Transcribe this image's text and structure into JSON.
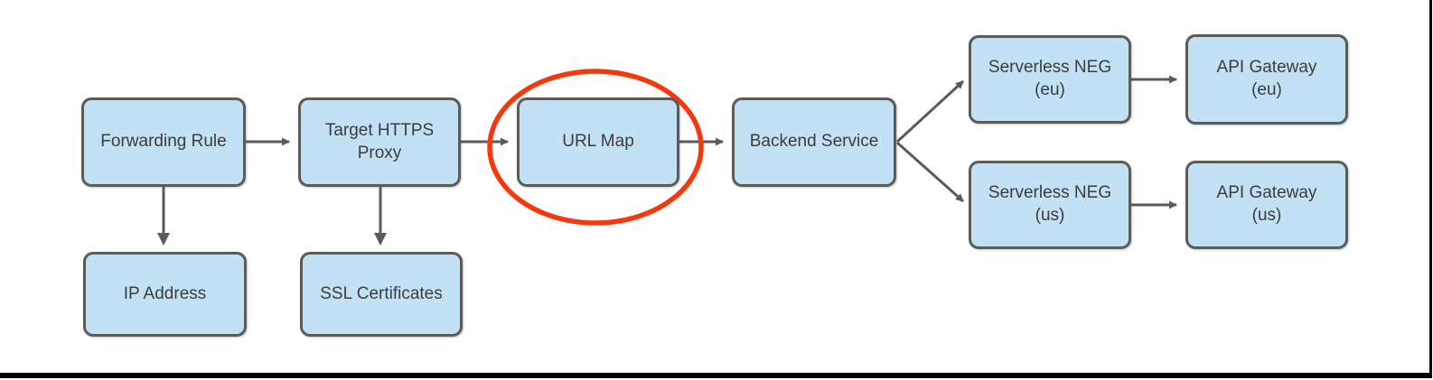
{
  "diagram": {
    "description": "Google Cloud HTTPS load balancer architecture flow diagram with URL Map highlighted",
    "nodes": [
      {
        "id": "forwarding-rule",
        "label": "Forwarding Rule"
      },
      {
        "id": "target-https-proxy",
        "label": "Target HTTPS\nProxy"
      },
      {
        "id": "url-map",
        "label": "URL Map",
        "highlighted": true
      },
      {
        "id": "backend-service",
        "label": "Backend Service"
      },
      {
        "id": "serverless-neg-eu",
        "label": "Serverless NEG\n(eu)"
      },
      {
        "id": "api-gateway-eu",
        "label": "API Gateway\n(eu)"
      },
      {
        "id": "serverless-neg-us",
        "label": "Serverless NEG\n(us)"
      },
      {
        "id": "api-gateway-us",
        "label": "API Gateway\n(us)"
      },
      {
        "id": "ip-address",
        "label": "IP Address"
      },
      {
        "id": "ssl-certificates",
        "label": "SSL Certificates"
      }
    ],
    "edges": [
      {
        "from": "forwarding-rule",
        "to": "target-https-proxy"
      },
      {
        "from": "target-https-proxy",
        "to": "url-map"
      },
      {
        "from": "url-map",
        "to": "backend-service"
      },
      {
        "from": "backend-service",
        "to": "serverless-neg-eu"
      },
      {
        "from": "backend-service",
        "to": "serverless-neg-us"
      },
      {
        "from": "serverless-neg-eu",
        "to": "api-gateway-eu"
      },
      {
        "from": "serverless-neg-us",
        "to": "api-gateway-us"
      },
      {
        "from": "forwarding-rule",
        "to": "ip-address"
      },
      {
        "from": "target-https-proxy",
        "to": "ssl-certificates"
      }
    ],
    "annotations": [
      {
        "type": "ellipse",
        "around": "url-map",
        "color": "#f5380e"
      }
    ],
    "colors": {
      "node_fill": "#c3e1f5",
      "node_border": "#5b5b5b",
      "edge": "#5b5b5b",
      "text": "#3c3c3c",
      "highlight_ellipse": "#f5380e",
      "frame": "#000000",
      "bg": "#ffffff"
    }
  }
}
